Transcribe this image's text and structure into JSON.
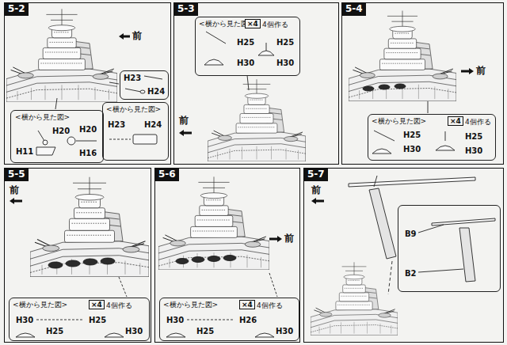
{
  "diagram": {
    "nodes": [
      {
        "text": [
          "5-2"
        ]
      },
      {
        "text": [
          "<横から見た図>",
          "H20",
          "H11",
          "H20",
          "H16"
        ],
        "in": 0
      },
      {
        "text": [
          "H23",
          "H24"
        ],
        "in": 0
      },
      {
        "text": [
          "<横から見た図>",
          "H23",
          "H24"
        ],
        "in": 0
      },
      {
        "text": [
          "5-3"
        ]
      },
      {
        "text": [
          "<横から見た図>",
          "×4",
          "4個作る",
          "H25",
          "H30",
          "H25",
          "H30"
        ],
        "in": 4
      },
      {
        "text": [
          "5-4"
        ]
      },
      {
        "text": [
          "<横から見た図>",
          "×4",
          "4個作る",
          "H25",
          "H30",
          "H25",
          "H30"
        ],
        "in": 6
      },
      {
        "text": [
          "5-5"
        ]
      },
      {
        "text": [
          "<横から見た図>",
          "×4",
          "4個作る",
          "H30",
          "H25",
          "H25",
          "H30"
        ],
        "in": 8
      },
      {
        "text": [
          "5-6"
        ]
      },
      {
        "text": [
          "<横から見た図>",
          "×4",
          "4個作る",
          "H30",
          "H25",
          "H26",
          "H30"
        ],
        "in": 10
      },
      {
        "text": [
          "5-7"
        ]
      },
      {
        "text": [
          "B9",
          "B2"
        ],
        "in": 12
      }
    ],
    "labels": [
      "前",
      "前",
      "前",
      "前",
      "前",
      "前"
    ]
  }
}
